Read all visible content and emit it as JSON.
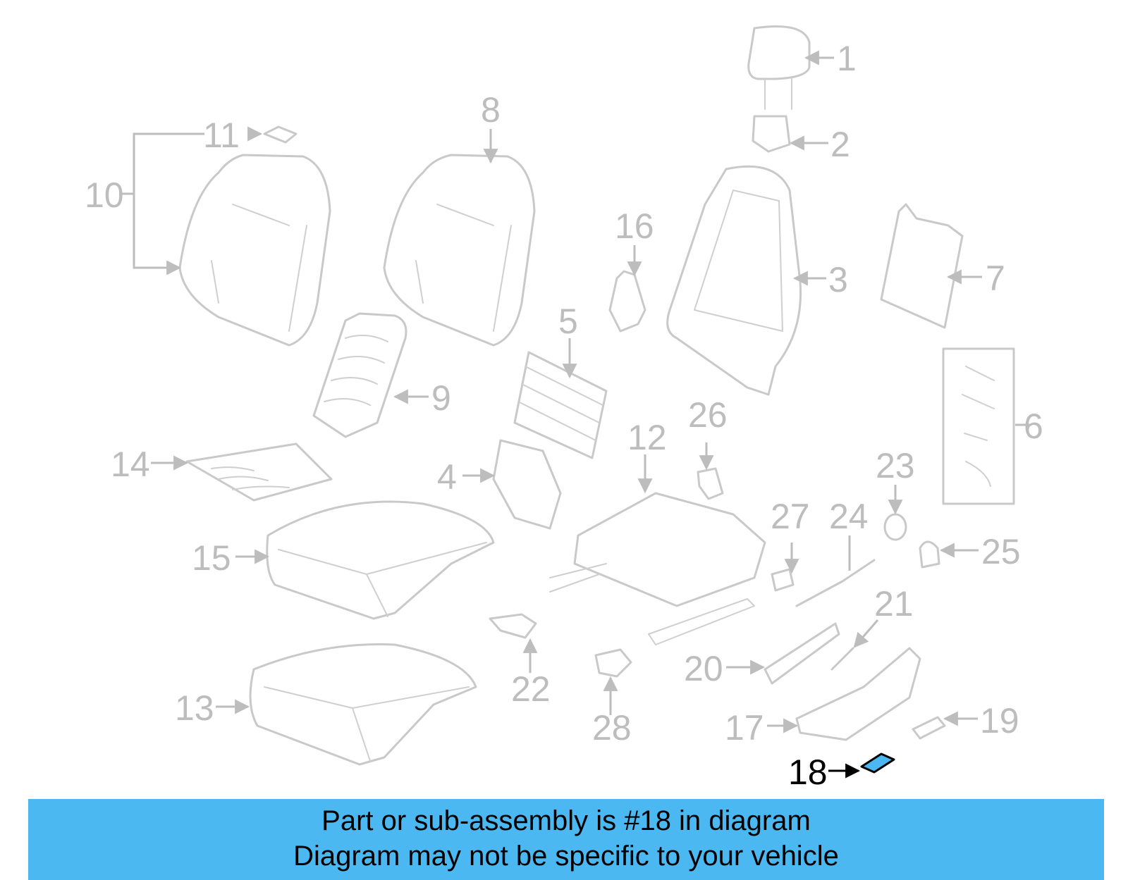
{
  "diagram": {
    "highlight_part": "18",
    "highlight_color": "#4bb8f2",
    "callouts": [
      "1",
      "2",
      "3",
      "4",
      "5",
      "6",
      "7",
      "8",
      "9",
      "10",
      "11",
      "12",
      "13",
      "14",
      "15",
      "16",
      "17",
      "18",
      "19",
      "20",
      "21",
      "22",
      "23",
      "24",
      "25",
      "26",
      "27",
      "28"
    ]
  },
  "banner": {
    "line1": "Part or sub-assembly is #18 in diagram",
    "line2": "Diagram may not be specific to your vehicle",
    "background": "#4bb8f2"
  }
}
